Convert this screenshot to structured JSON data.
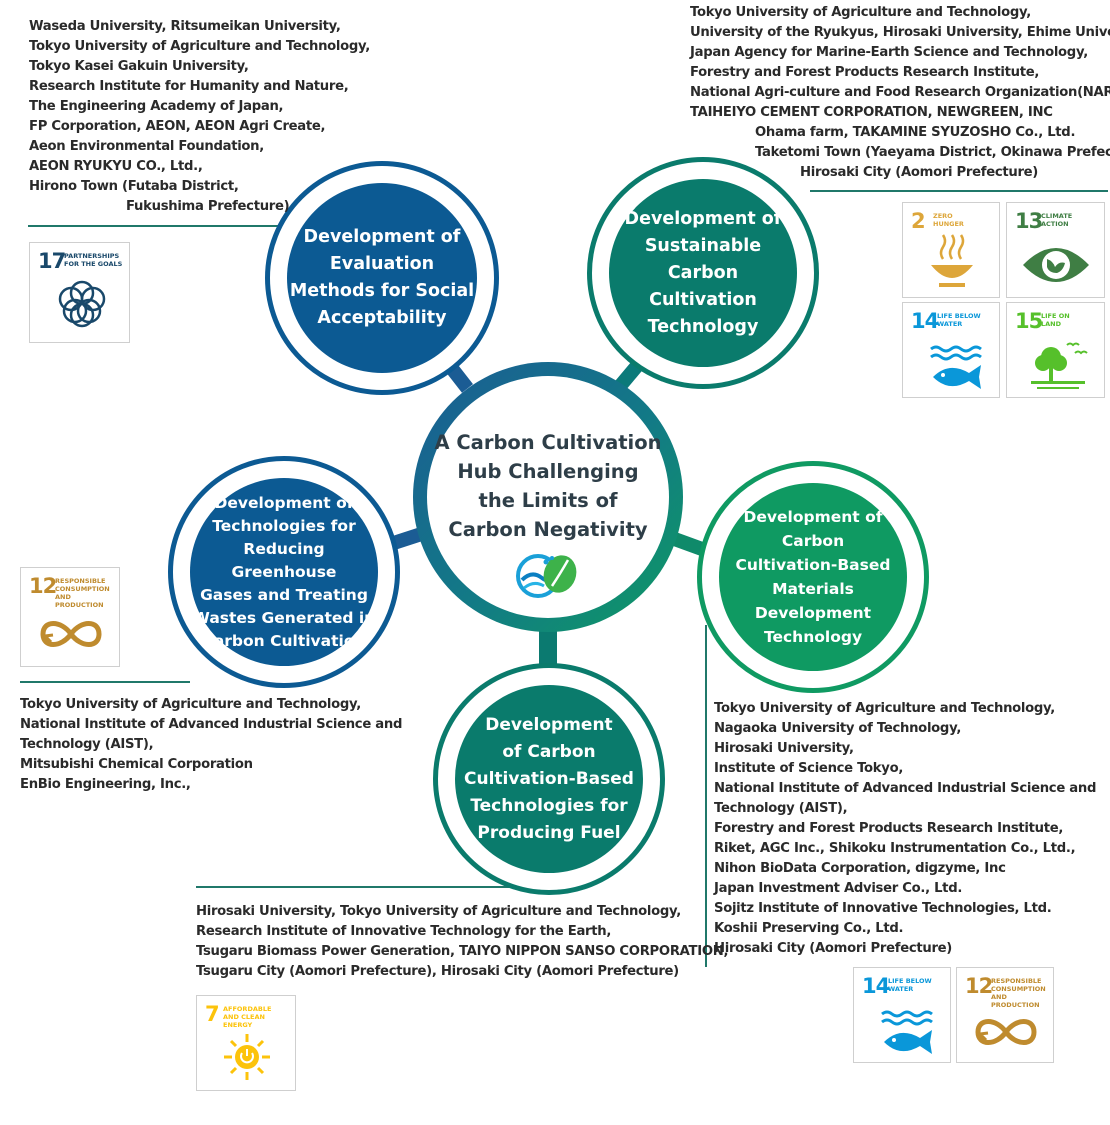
{
  "hub": {
    "title_lines": [
      "A Carbon Cultivation",
      "Hub Challenging",
      "the Limits of",
      "Carbon Negativity"
    ],
    "logo_icon": "wave-leaf-logo-icon"
  },
  "nodes": {
    "evaluation": {
      "lines": [
        "Development of",
        "Evaluation",
        "Methods for Social",
        "Acceptability"
      ],
      "color": "#0c5a93"
    },
    "sustainable": {
      "lines": [
        "Development of",
        "Sustainable Carbon",
        "Cultivation",
        "Technology"
      ],
      "color": "#0a7b6c"
    },
    "reducing": {
      "lines": [
        "Development of",
        "Technologies for",
        "Reducing Greenhouse",
        "Gases and Treating",
        "Wastes Generated in",
        "Carbon Cultivation"
      ],
      "color": "#0c5a93"
    },
    "materials": {
      "lines": [
        "Development of",
        "Carbon",
        "Cultivation-Based",
        "Materials Development",
        "Technology"
      ],
      "color": "#0f9a62"
    },
    "fuel": {
      "lines": [
        "Development",
        "of Carbon",
        "Cultivation-Based",
        "Technologies for",
        "Producing Fuel"
      ],
      "color": "#0a7b6c"
    }
  },
  "partners": {
    "evaluation": [
      "Waseda University, Ritsumeikan University,",
      "Tokyo University of Agriculture and Technology,",
      "Tokyo Kasei Gakuin University,",
      "Research Institute for Humanity and Nature,",
      "The Engineering Academy of Japan,",
      "FP Corporation, AEON, AEON Agri Create,",
      "Aeon Environmental Foundation,",
      "AEON RYUKYU CO., Ltd.,",
      "Hirono Town (Futaba District,",
      "Fukushima Prefecture)"
    ],
    "sustainable": [
      "Tokyo University of Agriculture and Technology,",
      "University of the Ryukyus, Hirosaki University, Ehime University",
      "Japan Agency for Marine-Earth Science and Technology,",
      "Forestry and Forest Products Research Institute,",
      "National Agri-culture and Food Research Organization(NARO),",
      "TAIHEIYO CEMENT CORPORATION, NEWGREEN, INC",
      "Ohama farm, TAKAMINE SYUZOSHO Co., Ltd.",
      "Taketomi Town (Yaeyama District, Okinawa Prefecture)",
      "Hirosaki City (Aomori Prefecture)"
    ],
    "reducing": [
      "Tokyo University of Agriculture and Technology,",
      "National Institute of Advanced Industrial Science and",
      "Technology (AIST),",
      "Mitsubishi Chemical Corporation",
      "EnBio Engineering, Inc.,"
    ],
    "materials": [
      "Tokyo University of Agriculture and Technology,",
      "Nagaoka University of Technology,",
      "Hirosaki University,",
      "Institute of Science Tokyo,",
      "National Institute of Advanced Industrial Science and",
      "Technology (AIST),",
      "Forestry and Forest Products Research Institute,",
      "Riket, AGC Inc., Shikoku Instrumentation Co., Ltd.,",
      "Nihon BioData Corporation, digzyme, Inc",
      "Japan Investment Adviser Co., Ltd.",
      "Sojitz Institute of Innovative Technologies, Ltd.",
      "Koshii Preserving Co., Ltd.",
      "Hirosaki City (Aomori Prefecture)"
    ],
    "fuel": [
      "Hirosaki University, Tokyo University of Agriculture and Technology,",
      "Research Institute of Innovative Technology for the Earth,",
      "Tsugaru Biomass Power Generation, TAIYO NIPPON SANSO CORPORATION,",
      "Tsugaru City (Aomori Prefecture), Hirosaki City (Aomori Prefecture)"
    ]
  },
  "sdgs": {
    "g17": {
      "num": "17",
      "label": "PARTNERSHIPS FOR THE GOALS",
      "color": "#19486a",
      "icon": "flower-rings-icon"
    },
    "g2": {
      "num": "2",
      "label": "ZERO HUNGER",
      "color": "#dda63a",
      "icon": "bowl-icon"
    },
    "g13": {
      "num": "13",
      "label": "CLIMATE ACTION",
      "color": "#3f7e44",
      "icon": "globe-eye-icon"
    },
    "g14a": {
      "num": "14",
      "label": "LIFE BELOW WATER",
      "color": "#0a97d9",
      "icon": "fish-icon"
    },
    "g15": {
      "num": "15",
      "label": "LIFE ON LAND",
      "color": "#56c02b",
      "icon": "tree-birds-icon"
    },
    "g12a": {
      "num": "12",
      "label": "RESPONSIBLE CONSUMPTION AND PRODUCTION",
      "color": "#bf8b2e",
      "icon": "infinity-icon"
    },
    "g7": {
      "num": "7",
      "label": "AFFORDABLE AND CLEAN ENERGY",
      "color": "#fcc30b",
      "icon": "sun-power-icon"
    },
    "g14b": {
      "num": "14",
      "label": "LIFE BELOW WATER",
      "color": "#0a97d9",
      "icon": "fish-icon"
    },
    "g12b": {
      "num": "12",
      "label": "RESPONSIBLE CONSUMPTION AND PRODUCTION",
      "color": "#bf8b2e",
      "icon": "infinity-icon"
    }
  },
  "colors": {
    "connector": "#20786a",
    "spoke": "#1d6c89",
    "hub_ring_start": "#1b5c94",
    "hub_ring_end": "#0f9a62"
  }
}
